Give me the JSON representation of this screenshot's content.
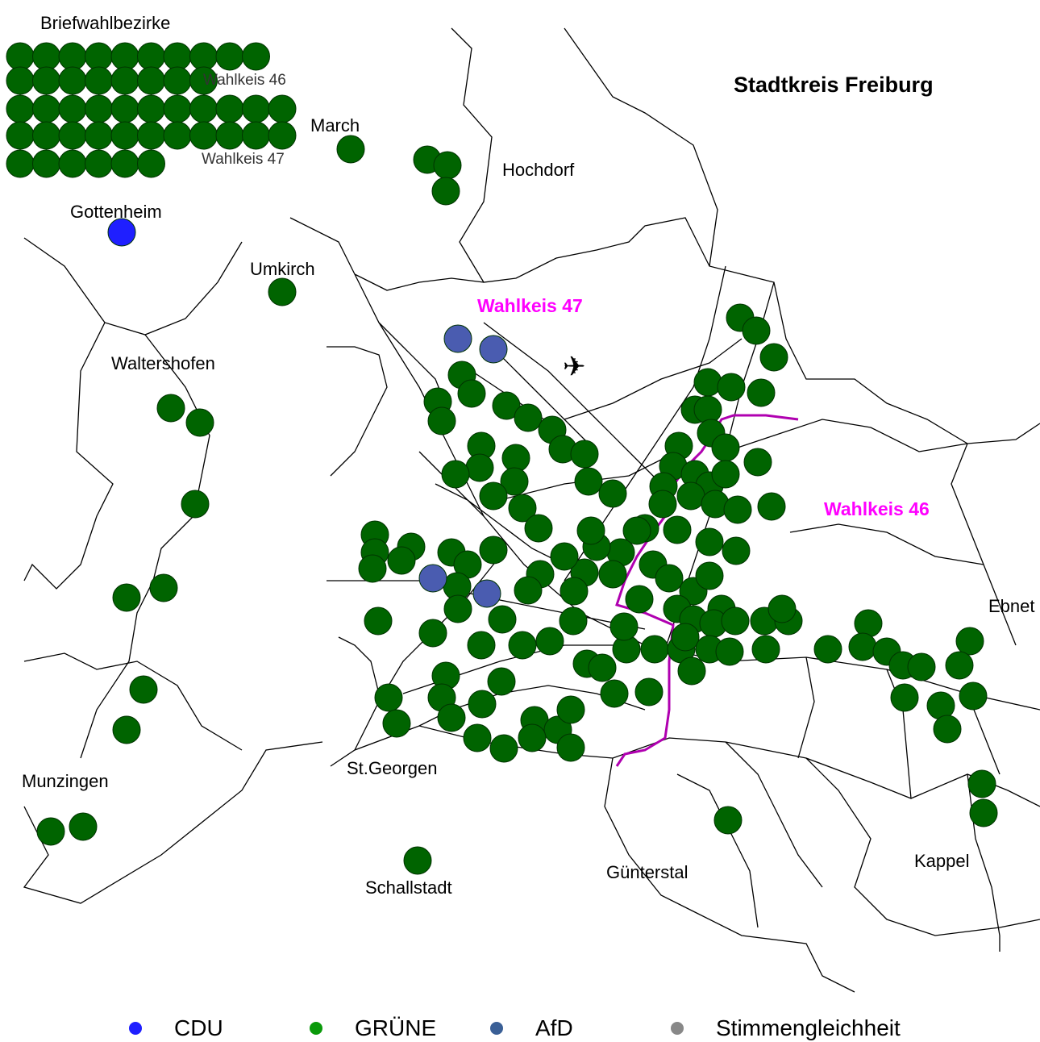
{
  "map": {
    "title": "Stadtkreis Freiburg",
    "inset_title": "Briefwahlbezirke",
    "inset_label_46": "Wahlkeis 46",
    "inset_label_47": "Wahlkeis 47",
    "district_label_47": "Wahlkeis 47",
    "district_label_46": "Wahlkeis 46",
    "places": {
      "march": "March",
      "hochdorf": "Hochdorf",
      "gottenheim": "Gottenheim",
      "umkirch": "Umkirch",
      "waltershofen": "Waltershofen",
      "munzingen": "Munzingen",
      "st_georgen": "St.Georgen",
      "schallstadt": "Schallstadt",
      "guenterstal": "Günterstal",
      "kappel": "Kappel",
      "ebnet": "Ebnet"
    },
    "airport_icon": "airplane-icon"
  },
  "legend": [
    {
      "label": "CDU",
      "color": "#1f1fff"
    },
    {
      "label": "GRÜNE",
      "color": "#0a9a0a"
    },
    {
      "label": "AfD",
      "color": "#3a5f96"
    },
    {
      "label": "Stimmengleichheit",
      "color": "#888888"
    }
  ],
  "colors": {
    "gruene_marker": "#006400",
    "cdu_marker": "#1f1fff",
    "afd_marker": "#4a5cb0",
    "district_border": "#b000b0"
  }
}
